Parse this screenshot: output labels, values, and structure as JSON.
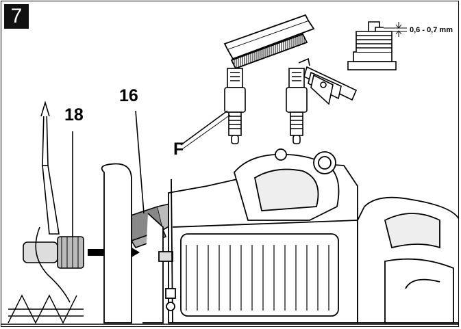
{
  "figure": {
    "step_number": "7",
    "callouts": {
      "screwdriver": "18",
      "spark_plug_cap": "16",
      "spark_plug": "F"
    },
    "gap_spec": "0,6 - 0,7 mm"
  }
}
